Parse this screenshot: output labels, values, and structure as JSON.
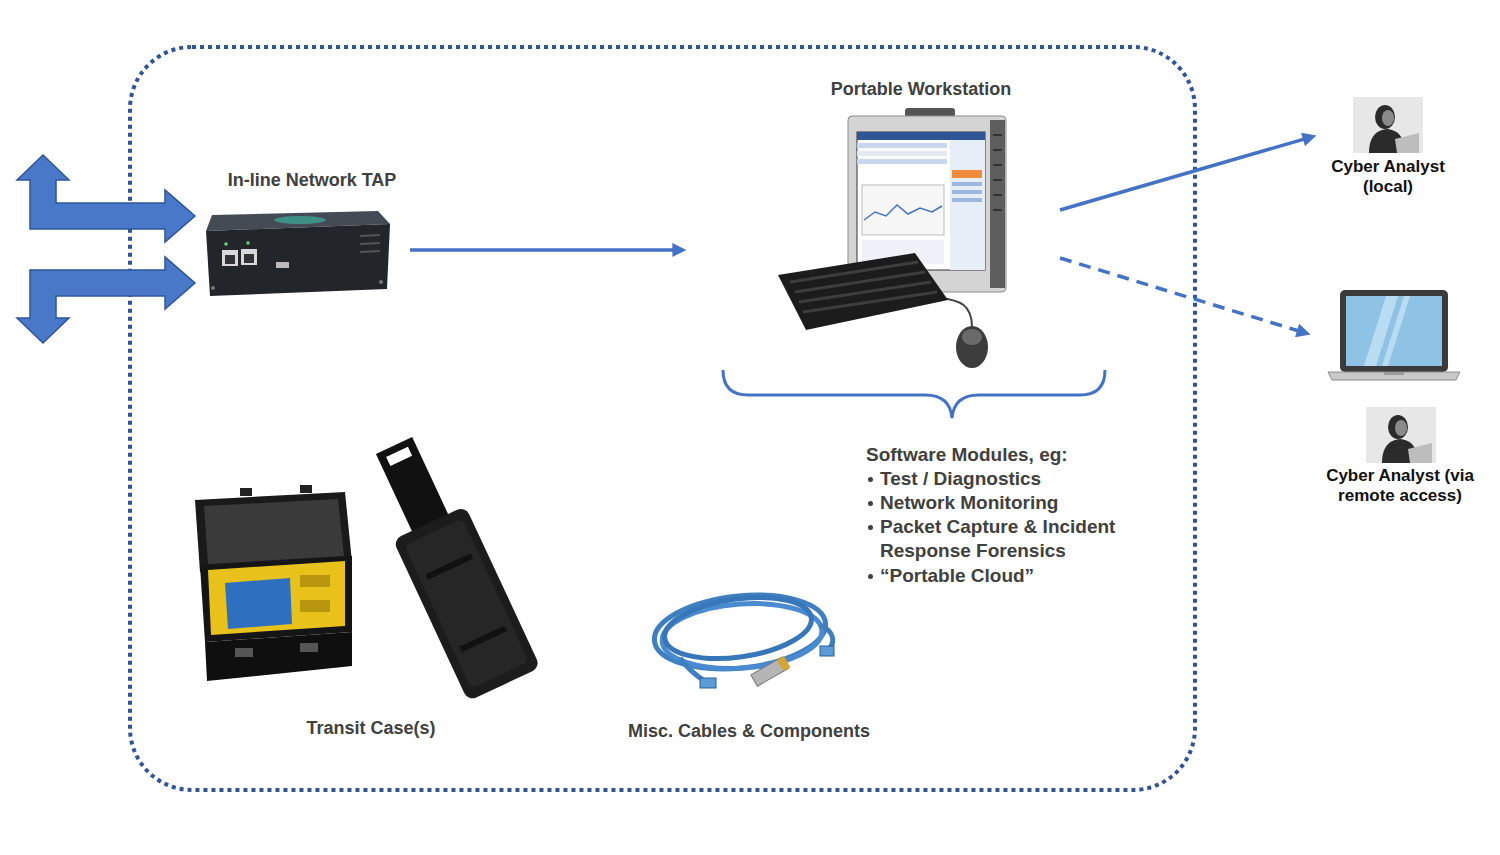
{
  "diagram": {
    "nodes": [
      {
        "text": [
          "In-line Network TAP"
        ]
      },
      {
        "text": [
          "Portable Workstation"
        ]
      },
      {
        "text": [
          "Cyber Analyst (local)"
        ]
      },
      {
        "text": [
          "Cyber Analyst (via remote access)"
        ]
      }
    ],
    "edges": [
      {
        "from": 0,
        "to": 1,
        "arrow": "to"
      },
      {
        "from": 1,
        "to": 2,
        "arrow": "to"
      },
      {
        "from": 1,
        "to": 3,
        "arrow": "to"
      }
    ],
    "labels": [
      "Software Modules, eg:",
      "Test / Diagnostics",
      "Network Monitoring",
      "Packet Capture & Incident Response Forensics",
      "“Portable Cloud”",
      "Transit Case(s)",
      "Misc. Cables & Components"
    ]
  }
}
